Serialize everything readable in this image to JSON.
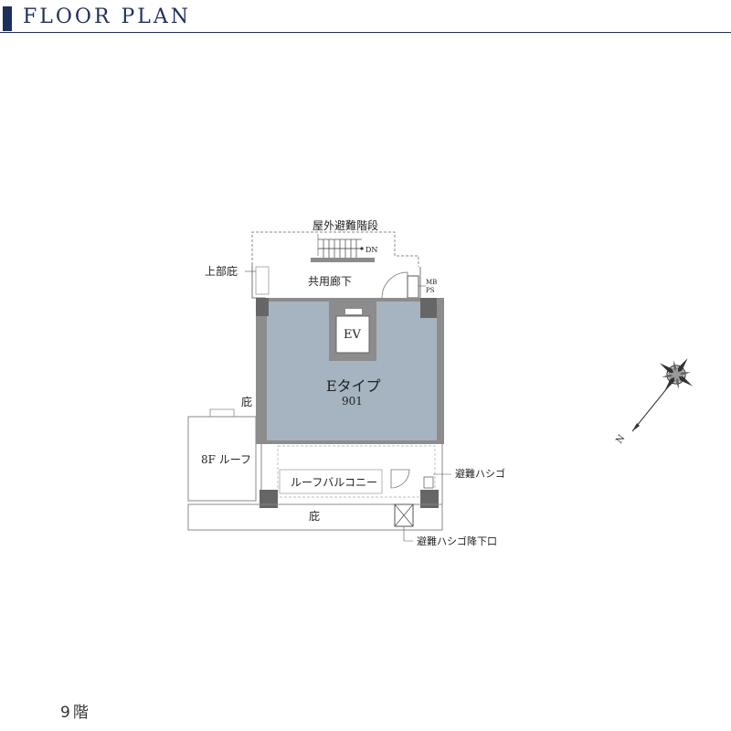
{
  "header": {
    "title": "FLOOR PLAN"
  },
  "floor_label": "9階",
  "plan": {
    "labels": {
      "outdoor_stairs": "屋外避難階段",
      "dn": "DN",
      "upper_eave": "上部庇",
      "common_corridor": "共用廊下",
      "mb": "MB",
      "ps": "PS",
      "ev": "EV",
      "unit_type": "Eタイプ",
      "unit_number": "901",
      "eave_top": "庇",
      "roof_8f": "8F ルーフ",
      "roof_balcony": "ルーフバルコニー",
      "escape_ladder": "避難ハシゴ",
      "eave_bottom": "庇",
      "escape_hatch": "避難ハシゴ降下口"
    },
    "compass": {
      "north_label": "N"
    },
    "colors": {
      "unit_fill": "#a5b4c0",
      "wall": "#8c8c8c",
      "header": "#1f2f5c"
    }
  }
}
